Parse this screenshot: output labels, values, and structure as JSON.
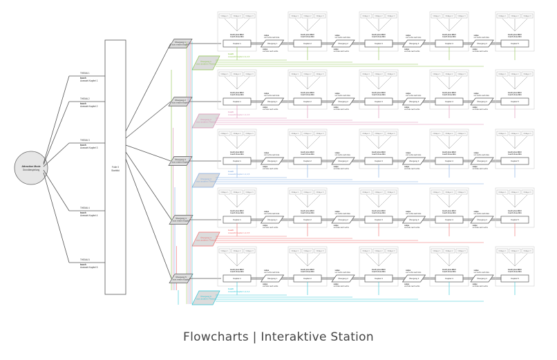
{
  "caption": "Flowcharts | Interaktive Station",
  "start_node": {
    "title": "Attraction Mode",
    "subtitle": "Grundbespielung"
  },
  "central_node": {
    "title": "Folie 0",
    "subtitle": "Startbild"
  },
  "colors": {
    "line": "#555555",
    "box_border": "#666666",
    "shape_fill": "#dcdcdc",
    "group_border": "#cfcfcf",
    "theme_colors": [
      "#8bc34a",
      "#d98cb3",
      "#7fa8e0",
      "#ef6b6b",
      "#29c4d4"
    ]
  },
  "themes": [
    {
      "label": "THEMA 1",
      "action": "touch",
      "action_detail": "Auswahl Kapitel 1",
      "transition": "Übergang 1\nzum ersten Kapitel",
      "other_theme": "Übergang 1\nzum anderen Thema",
      "return_label": "Auswahl Kapitel 2,3,4,5"
    },
    {
      "label": "THEMA 2",
      "action": "touch",
      "action_detail": "Auswahl Kapitel 2",
      "transition": "Übergang 2\nzum ersten Kapitel",
      "other_theme": "Übergang 2\nzum anderen Thema",
      "return_label": "Auswahl Kapitel 1,3,4,5"
    },
    {
      "label": "THEMA 3",
      "action": "touch",
      "action_detail": "Auswahl Kapitel 3",
      "transition": "Übergang 3\nzum ersten Kapitel",
      "other_theme": "Übergang 3\nzum anderen Thema",
      "return_label": "Auswahl Kapitel 1,2,4,5"
    },
    {
      "label": "THEMA 4",
      "action": "touch",
      "action_detail": "Auswahl Kapitel 4",
      "transition": "Übergang 4\nzum ersten Kapitel",
      "other_theme": "Übergang 4\nzum anderen Thema",
      "return_label": "Auswahl Kapitel 1,2,3,5"
    },
    {
      "label": "THEMA 5",
      "action": "touch",
      "action_detail": "Auswahl Kapitel 5",
      "transition": "Übergang 5\nzum ersten Kapitel",
      "other_theme": "Übergang 5\nzum anderen Thema",
      "return_label": "Auswahl Kapitel 1,2,3,4"
    }
  ],
  "row": {
    "chapters": [
      "Kapitel 1",
      "Kapitel 2",
      "Kapitel 3",
      "Kapitel 4",
      "Kapitel 5"
    ],
    "transitions": [
      "Übergang 1",
      "Übergang 2",
      "Übergang 3",
      "Übergang 4"
    ],
    "infolayers": [
      "Infolayer 1",
      "Infolayer 2",
      "Infolayer 3"
    ],
    "touch_label_1": "touch plus Bild /",
    "touch_label_2": "touch close Btn",
    "swipe_top_title": "swipe",
    "swipe_top_detail": "von rechts nach links",
    "swipe_bottom_title": "swipe",
    "swipe_bottom_detail": "von links nach rechts",
    "touch_title": "touch"
  }
}
